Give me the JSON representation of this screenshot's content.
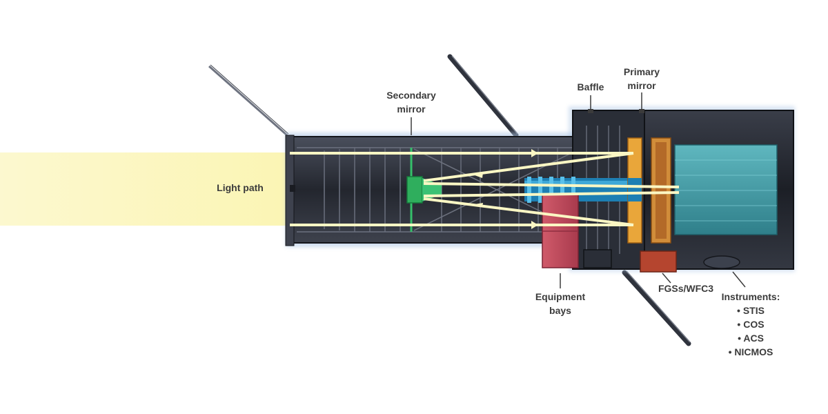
{
  "colors": {
    "light_beam": "#fbf7c4",
    "tube_dark": "#2b2f39",
    "secondary_mirror": "#2fae5d",
    "primary_mirror": "#e9a63a",
    "equipment_bay": "#c24a5c",
    "instruments": "#3f9aa6",
    "fgs_wfc3": "#b5452f",
    "label_text": "#3b3b3b"
  },
  "labels": {
    "light_path": "Light path",
    "secondary_mirror_line1": "Secondary",
    "secondary_mirror_line2": "mirror",
    "baffle": "Baffle",
    "primary_mirror_line1": "Primary",
    "primary_mirror_line2": "mirror",
    "equipment_bays_line1": "Equipment",
    "equipment_bays_line2": "bays",
    "fgs_wfc3": "FGSs/WFC3",
    "instruments_title": "Instruments:",
    "instruments_items": [
      "• STIS",
      "• COS",
      "• ACS",
      "• NICMOS"
    ]
  }
}
